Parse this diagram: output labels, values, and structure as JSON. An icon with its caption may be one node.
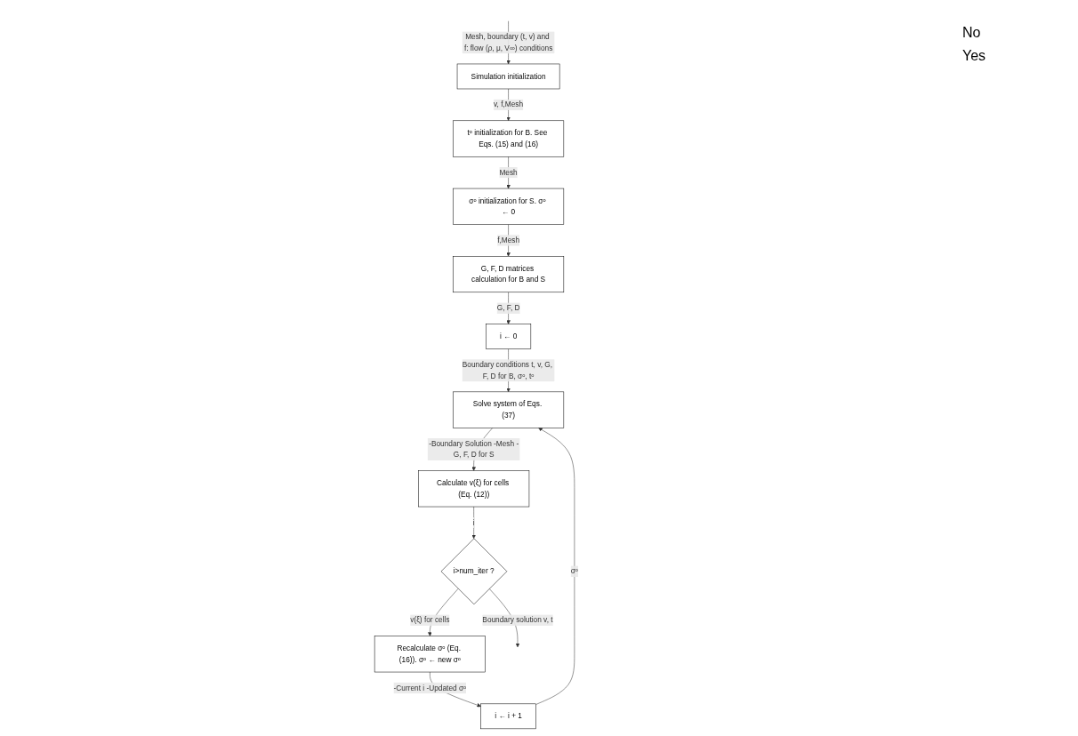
{
  "diagram": {
    "nodes": [
      {
        "text": [
          "Simulation initialization"
        ]
      },
      {
        "text": [
          "tᵒ initialization for B. See Eqs. (15) and (16)"
        ]
      },
      {
        "text": [
          "σᵒ initialization for S. σᵒ ← 0"
        ]
      },
      {
        "text": [
          "G, F, D matrices calculation for B and S"
        ]
      },
      {
        "text": [
          "i ← 0"
        ]
      },
      {
        "text": [
          "Solve system of Eqs. (37)"
        ]
      },
      {
        "text": [
          "i ← i + 1"
        ]
      },
      {
        "text": [
          "Calculate v(ξ) for cells (Eq. (12))"
        ]
      },
      {
        "text": [
          "i>num_iter ?"
        ]
      },
      {
        "text": [
          "Recalculate σᵒ (Eq. (16)). σᵒ ← new σᵒ"
        ]
      }
    ],
    "edges": [
      {
        "from": null,
        "to": 0,
        "arrow": "to",
        "label": "Mesh, boundary (t, v) and f: flow (ρ, μ, V∞) conditions"
      },
      {
        "from": 0,
        "to": 1,
        "arrow": "to",
        "label": "v, f,Mesh"
      },
      {
        "from": 1,
        "to": 2,
        "arrow": "to",
        "label": "Mesh"
      },
      {
        "from": 2,
        "to": 3,
        "arrow": "to",
        "label": "f,Mesh"
      },
      {
        "from": 3,
        "to": 4,
        "arrow": "to",
        "label": "G, F, D"
      },
      {
        "from": 4,
        "to": 5,
        "arrow": "to",
        "label": "Boundary conditions t, v, G, F, D for B, σᵒ, tᵒ"
      },
      {
        "from": 6,
        "to": 5,
        "arrow": "to",
        "label": "σᵒ"
      },
      {
        "from": 5,
        "to": 7,
        "arrow": "to",
        "label": "-Boundary Solution -Mesh -G, F, D for S"
      },
      {
        "from": 7,
        "to": 8,
        "arrow": "to",
        "label": "i"
      },
      {
        "from": 8,
        "to": 9,
        "arrow": "to",
        "label": "v(ξ) for cells"
      },
      {
        "from": 9,
        "to": 6,
        "arrow": "to",
        "label": "-Current i -Updated σᵒ"
      },
      {
        "from": 8,
        "to": null,
        "arrow": "to",
        "label": "Boundary solution v, t"
      }
    ],
    "labels": [
      "No",
      "Yes"
    ]
  }
}
